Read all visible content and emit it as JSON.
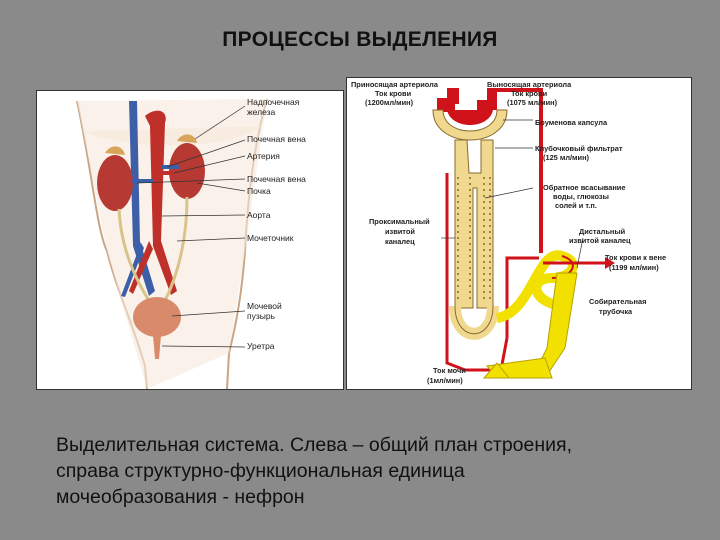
{
  "slide": {
    "title": "ПРОЦЕССЫ ВЫДЕЛЕНИЯ"
  },
  "left_figure": {
    "labels": {
      "adrenal": [
        "Надпочечная",
        "железа"
      ],
      "renal_vein_1": "Почечная вена",
      "artery": "Артерия",
      "renal_vein_2": "Почечная вена",
      "kidney": "Почка",
      "aorta": "Аорта",
      "ureter": "Мочеточник",
      "bladder": [
        "Мочевой",
        "пузырь"
      ],
      "urethra": "Уретра"
    }
  },
  "right_figure": {
    "labels": {
      "afferent": [
        "Приносящая артериола",
        "Ток крови",
        "(1200мл/мин)"
      ],
      "efferent": [
        "Выносящая артериола",
        "Ток крови",
        "(1075 мл/мин)"
      ],
      "bowman": "Боуменова капсула",
      "filtrate": [
        "Клубочковый фильтрат",
        "(125 мл/мин)"
      ],
      "reabsorption": [
        "Обратное всасывание",
        "воды, глюкозы",
        "солей и т.п."
      ],
      "proximal": [
        "Проксимальный",
        "извитой",
        "каналец"
      ],
      "distal": [
        "Дистальный",
        "извитой каналец"
      ],
      "venous": [
        "Ток крови к вене",
        "(1199 мл/мин)"
      ],
      "collecting": [
        "Собирательная",
        "трубочка"
      ],
      "urine": [
        "Ток мочи",
        "(1мл/мин)"
      ]
    },
    "colors": {
      "blood": "#d0121a",
      "tubule": "#f0d88e",
      "collecting": "#f2e000"
    }
  },
  "caption": {
    "lines": [
      "Выделительная система. Слева – общий план строения,",
      "справа структурно-функциональная единица",
      "мочеобразования - нефрон"
    ]
  }
}
